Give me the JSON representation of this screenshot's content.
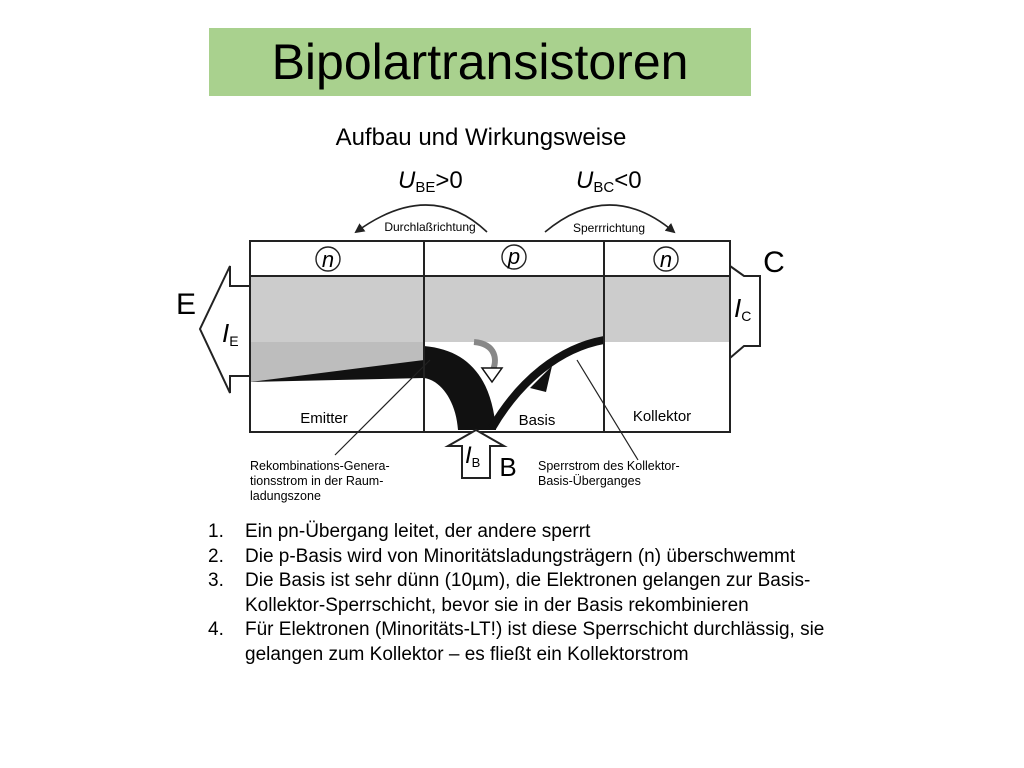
{
  "title": "Bipolartransistoren",
  "subtitle": "Aufbau und Wirkungsweise",
  "diagram": {
    "ube": {
      "symbol": "U",
      "sub": "BE",
      "rel": ">0"
    },
    "ubc": {
      "symbol": "U",
      "sub": "BC",
      "rel": "<0"
    },
    "durchlass": "Durchlaßrichtung",
    "sperr": "Sperrrichtung",
    "regions": {
      "n1": "n",
      "p": "p",
      "n2": "n"
    },
    "emitter": "Emitter",
    "basis": "Basis",
    "kollektor": "Kollektor",
    "terminal_e": "E",
    "terminal_c": "C",
    "terminal_b": "B",
    "ie": {
      "symbol": "I",
      "sub": "E"
    },
    "ic": {
      "symbol": "I",
      "sub": "C"
    },
    "ib": {
      "symbol": "I",
      "sub": "B"
    },
    "rekomb": [
      "Rekombinations-Genera-",
      "tionsstrom in der Raum-",
      "ladungszone"
    ],
    "sperrstrom": [
      "Sperrstrom des Kollektor-",
      "Basis-Überganges"
    ]
  },
  "list": [
    {
      "num": "1.",
      "lines": [
        "Ein  pn-Übergang leitet, der andere sperrt"
      ]
    },
    {
      "num": "2.",
      "lines": [
        "Die p-Basis wird von Minoritätsladungsträgern (n) überschwemmt"
      ]
    },
    {
      "num": "3.",
      "lines": [
        "Die Basis ist sehr dünn (10µm), die Elektronen gelangen zur Basis-",
        "Kollektor-Sperrschicht, bevor sie in der Basis rekombinieren"
      ]
    },
    {
      "num": "4.",
      "lines": [
        "Für Elektronen (Minoritäts-LT!) ist diese Sperrschicht durchlässig, sie",
        "gelangen zum Kollektor – es fließt ein Kollektorstrom"
      ]
    }
  ]
}
